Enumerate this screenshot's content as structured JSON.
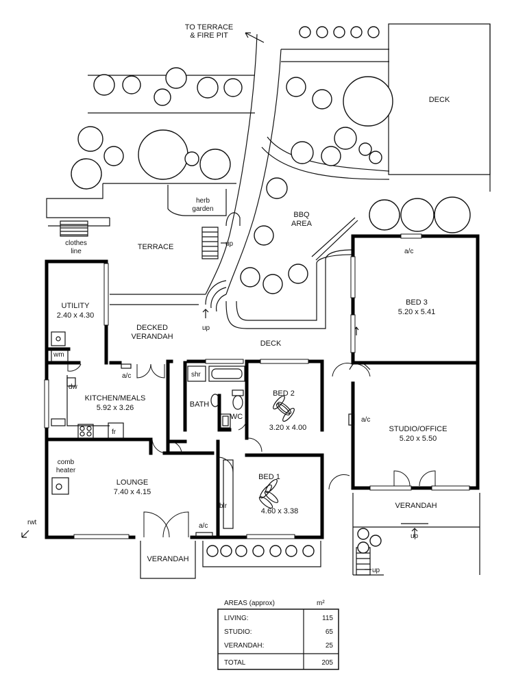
{
  "labels": {
    "terrace_link": "TO TERRACE",
    "fire_pit": "& FIRE PIT",
    "deck_top": "DECK",
    "herb_1": "herb",
    "herb_2": "garden",
    "bbq_1": "BBQ",
    "bbq_2": "AREA",
    "terrace": "TERRACE",
    "clothes_1": "clothes",
    "clothes_2": "line",
    "up": "up",
    "decked_1": "DECKED",
    "decked_2": "VERANDAH",
    "deck_mid": "DECK",
    "ac": "a/c",
    "wm": "wm",
    "dw": "dw",
    "fr": "fr",
    "shr": "shr",
    "bath": "BATH",
    "wc": "WC",
    "blr": "blr",
    "comb_1": "comb",
    "comb_2": "heater",
    "rwt": "rwt",
    "verandah": "VERANDAH"
  },
  "rooms": {
    "utility": {
      "name": "UTILITY",
      "size": "2.40 x 4.30"
    },
    "kitchen": {
      "name": "KITCHEN/MEALS",
      "size": "5.92 x 3.26"
    },
    "lounge": {
      "name": "LOUNGE",
      "size": "7.40 x 4.15"
    },
    "bed1": {
      "name": "BED 1",
      "size": "4.60 x 3.38"
    },
    "bed2": {
      "name": "BED 2",
      "size": "3.20 x 4.00"
    },
    "bed3": {
      "name": "BED 3",
      "size": "5.20 x 5.41"
    },
    "studio": {
      "name": "STUDIO/OFFICE",
      "size": "5.20 x 5.50"
    }
  },
  "areas": {
    "title": "AREAS (approx)",
    "unit": "m²",
    "rows": [
      {
        "label": "LIVING:",
        "value": "115"
      },
      {
        "label": "STUDIO:",
        "value": "65"
      },
      {
        "label": "VERANDAH:",
        "value": "25"
      }
    ],
    "total": {
      "label": "TOTAL",
      "value": "205"
    }
  }
}
